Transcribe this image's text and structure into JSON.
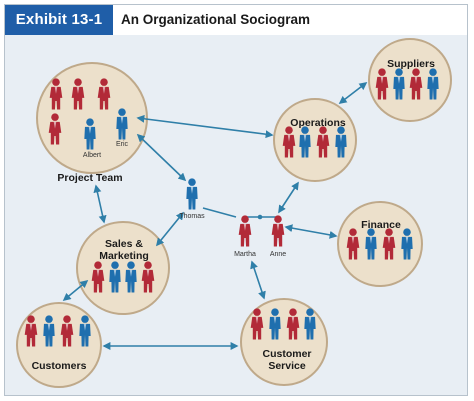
{
  "exhibit_label": "Exhibit 13-1",
  "title": "An Organizational Sociogram",
  "colors": {
    "badge": "#1f5ea8",
    "panel": "#e8eef4",
    "circle_fill": "#ece0cb",
    "circle_stroke": "#bfa98a",
    "arrow": "#2f7fa8",
    "person_red": "#b22a38",
    "person_blue": "#1f6fae"
  },
  "groups": {
    "project_team": {
      "label": "Project Team",
      "people": [
        "red",
        "red",
        "red",
        "blue",
        "blue",
        "red"
      ],
      "names": [
        "Albert",
        "Eric"
      ]
    },
    "operations": {
      "label": "Operations",
      "people": [
        "red",
        "blue",
        "red",
        "blue"
      ]
    },
    "suppliers": {
      "label": "Suppliers",
      "people": [
        "red",
        "blue",
        "red",
        "blue"
      ]
    },
    "sales_marketing": {
      "label_line1": "Sales &",
      "label_line2": "Marketing",
      "people": [
        "red",
        "blue",
        "blue",
        "red"
      ]
    },
    "finance": {
      "label": "Finance",
      "people": [
        "red",
        "blue",
        "red",
        "blue"
      ]
    },
    "customers": {
      "label": "Customers",
      "people": [
        "red",
        "blue",
        "red",
        "blue"
      ]
    },
    "customer_service": {
      "label_line1": "Customer",
      "label_line2": "Service",
      "people": [
        "red",
        "blue",
        "red",
        "blue"
      ]
    }
  },
  "individuals": {
    "thomas": {
      "name": "Thomas",
      "color": "blue"
    },
    "martha": {
      "name": "Martha",
      "color": "red"
    },
    "anne": {
      "name": "Anne",
      "color": "red"
    }
  }
}
